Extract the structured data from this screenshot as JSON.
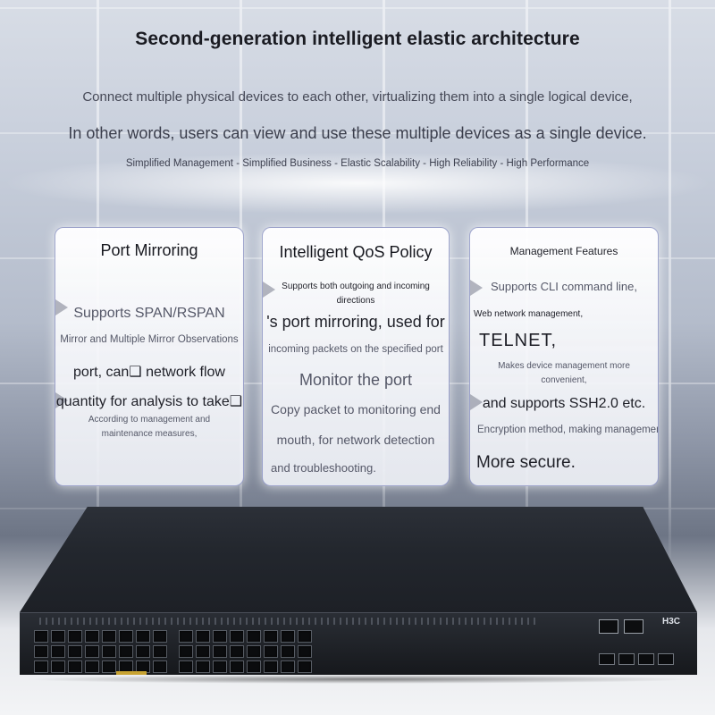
{
  "header": {
    "title": "Second-generation intelligent elastic architecture",
    "line1": "Connect multiple physical devices to each other, virtualizing them into a single logical device,",
    "line2": "In other words, users can view and use these multiple devices as a single device.",
    "tagline": "Simplified Management - Simplified Business - Elastic Scalability - High Reliability - High Performance"
  },
  "cards": [
    {
      "title": "Port Mirroring",
      "lines": [
        "Supports SPAN/RSPAN",
        "Mirror and Multiple Mirror Observations",
        "port, can❑ network flow",
        "quantity for analysis to take❑",
        "According to management and",
        "maintenance measures,"
      ]
    },
    {
      "title": "Intelligent QoS Policy",
      "lines": [
        "Supports both outgoing and incoming",
        "directions",
        "'s port mirroring, used for",
        "incoming packets on the specified port",
        "Monitor the port",
        "Copy packet to monitoring end",
        "mouth, for network detection",
        "and troubleshooting."
      ]
    },
    {
      "title": "Management Features",
      "lines": [
        "Supports CLI command line,",
        "Web network management,",
        "TELNET,",
        "Makes device management more",
        "convenient,",
        "and supports SSH2.0 etc.",
        "Encryption method, making management",
        "More secure."
      ]
    }
  ],
  "device": {
    "logo": "H3C"
  }
}
